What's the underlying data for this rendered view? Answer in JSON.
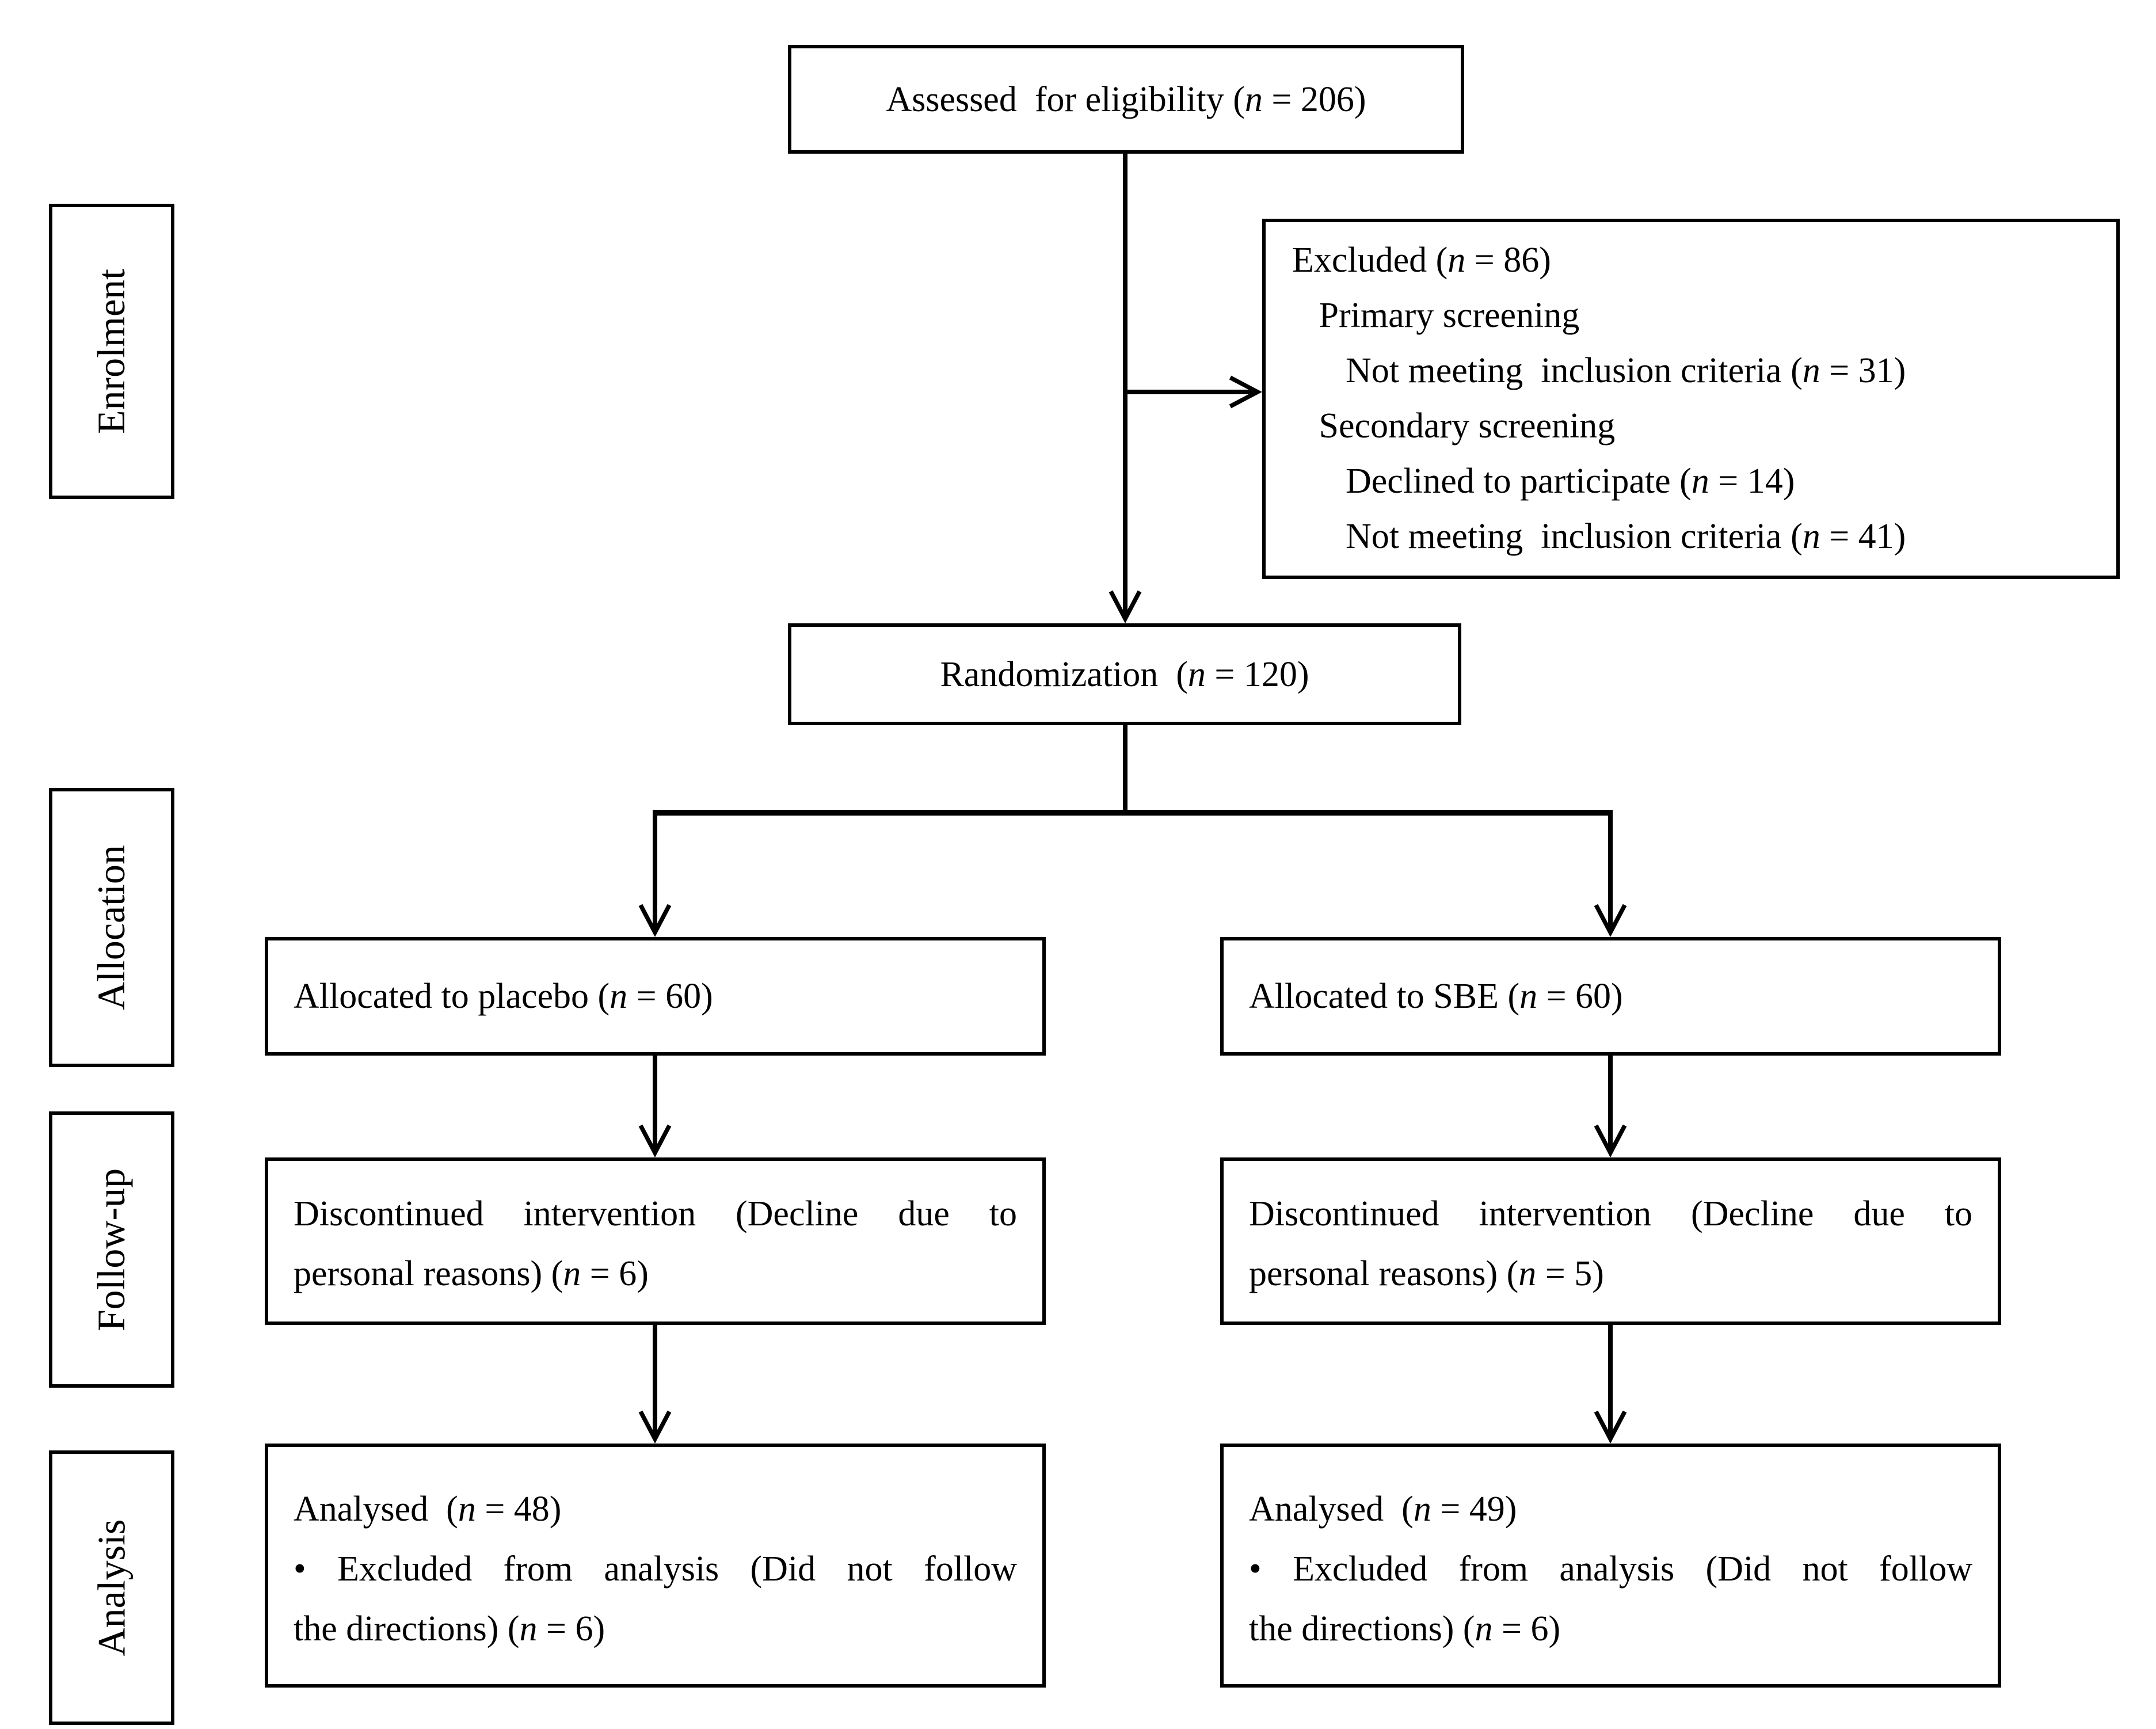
{
  "stage_labels": [
    "Enrolment",
    "Allocation",
    "Follow-up",
    "Analysis"
  ],
  "boxes": {
    "assessed": {
      "text": "Assessed  for eligibility (*n* = 206)"
    },
    "excluded": {
      "lines": [
        "Excluded (*n* = 86)",
        "   Primary screening",
        "      Not meeting  inclusion criteria (*n* = 31)",
        "   Secondary screening",
        "      Declined to participate (*n* = 14)",
        "      Not meeting  inclusion criteria (*n* = 41)"
      ]
    },
    "randomization": {
      "text": "Randomization  (*n* = 120)"
    },
    "allocation_left": {
      "text": "Allocated to placebo (*n* = 60)"
    },
    "allocation_right": {
      "text": "Allocated to SBE (*n* = 60)"
    },
    "followup_left": {
      "lines": [
        "Discontinued intervention (Decline due to",
        "personal reasons) (*n* = 6)"
      ]
    },
    "followup_right": {
      "lines": [
        "Discontinued intervention (Decline due to",
        "personal reasons) (*n* = 5)"
      ]
    },
    "analysis_left": {
      "lines": [
        "Analysed  (*n* = 48)",
        "• Excluded from analysis (Did not follow",
        "the directions) (*n* = 6)"
      ]
    },
    "analysis_right": {
      "lines": [
        "Analysed  (*n* = 49)",
        "• Excluded from analysis (Did not follow",
        "the directions) (*n* = 6)"
      ]
    }
  },
  "colors": {
    "ink": "#000000",
    "background": "#ffffff"
  }
}
